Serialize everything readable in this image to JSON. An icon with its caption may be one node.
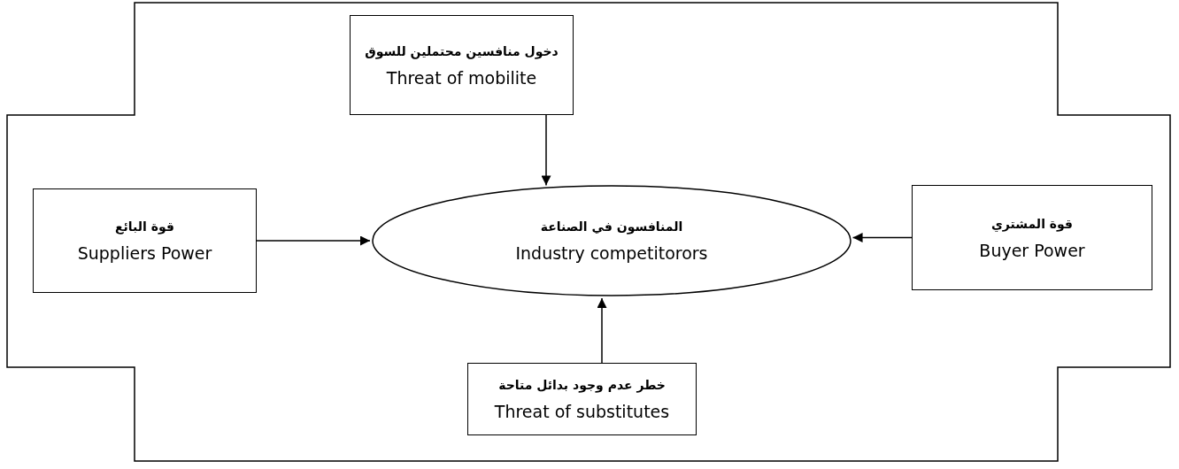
{
  "diagram": {
    "nodes": [
      {
        "text": [
          "دخول منافسين محتملين للسوق",
          "Threat of mobilite"
        ]
      },
      {
        "text": [
          "قوة البائع",
          "Suppliers Power"
        ]
      },
      {
        "text": [
          "المنافسون في الصناعة",
          "Industry competitorors"
        ]
      },
      {
        "text": [
          "قوة المشتري",
          "Buyer Power"
        ]
      },
      {
        "text": [
          "خطر عدم وجود بدائل متاحة",
          "Threat of substitutes"
        ]
      }
    ],
    "edges": [
      {
        "from": 0,
        "to": 2,
        "arrow": "to"
      },
      {
        "from": 1,
        "to": 2,
        "arrow": "to"
      },
      {
        "from": 3,
        "to": 2,
        "arrow": "to"
      },
      {
        "from": 4,
        "to": 2,
        "arrow": "to"
      }
    ]
  }
}
